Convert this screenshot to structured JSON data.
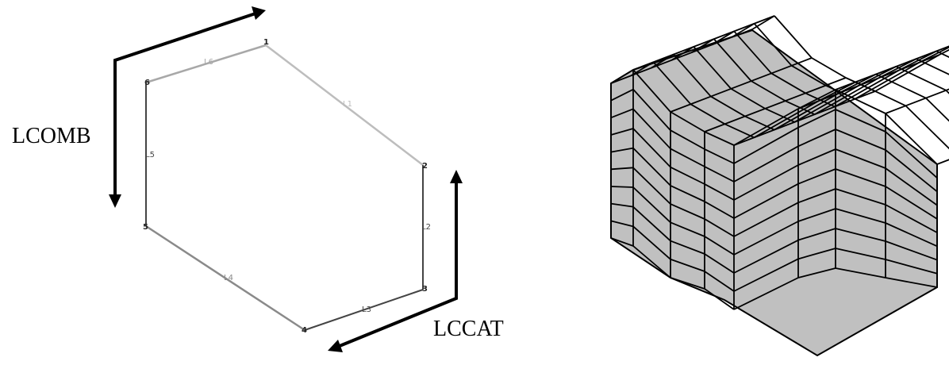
{
  "left_diagram": {
    "keypoints": [
      {
        "id": "1",
        "label": "1"
      },
      {
        "id": "2",
        "label": "2"
      },
      {
        "id": "3",
        "label": "3"
      },
      {
        "id": "4",
        "label": "4"
      },
      {
        "id": "5",
        "label": "5"
      },
      {
        "id": "6",
        "label": "6"
      }
    ],
    "lines": [
      {
        "label": "L1",
        "from": "1",
        "to": "2",
        "color": "#bdbdbd"
      },
      {
        "label": "L2",
        "from": "2",
        "to": "3",
        "color": "#444444"
      },
      {
        "label": "L3",
        "from": "3",
        "to": "4",
        "color": "#444444"
      },
      {
        "label": "L4",
        "from": "4",
        "to": "5",
        "color": "#8a8a8a"
      },
      {
        "label": "L5",
        "from": "5",
        "to": "6",
        "color": "#444444"
      },
      {
        "label": "L6",
        "from": "6",
        "to": "1",
        "color": "#a8a8a8"
      }
    ],
    "lcomb_label": "LCOMB",
    "lccat_label": "LCCAT"
  },
  "right_diagram": {
    "face_color": "#c0c0c0",
    "edge_color": "#000000"
  }
}
